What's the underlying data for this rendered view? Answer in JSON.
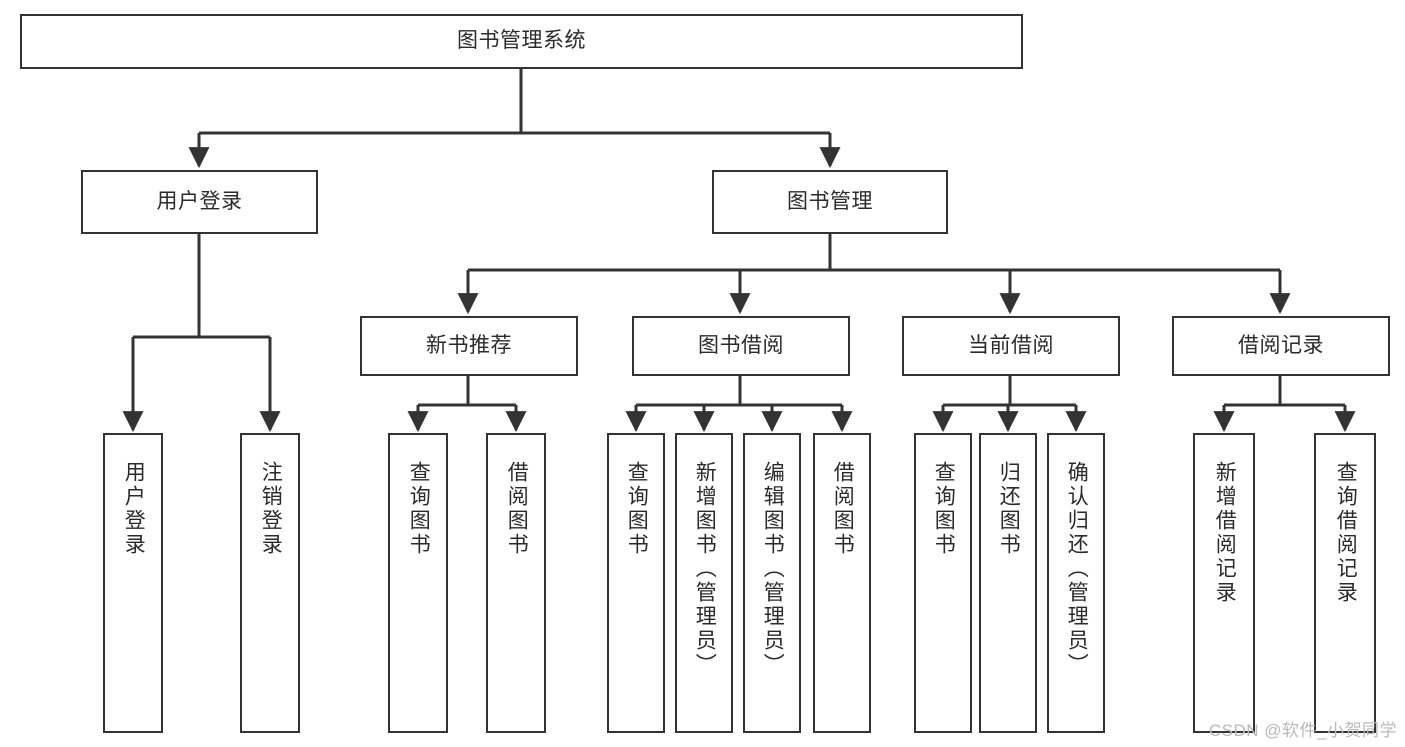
{
  "diagram": {
    "title": "图书管理系统",
    "type": "tree-hierarchy-chart",
    "colors": {
      "box_border": "#333333",
      "box_fill": "#ffffff",
      "connector": "#333333",
      "text": "#2b2b2b",
      "watermark": "#b9b9b9"
    },
    "root": {
      "label": "图书管理系统"
    },
    "level2": [
      {
        "label": "用户登录"
      },
      {
        "label": "图书管理"
      }
    ],
    "level3": [
      {
        "label": "新书推荐"
      },
      {
        "label": "图书借阅"
      },
      {
        "label": "当前借阅"
      },
      {
        "label": "借阅记录"
      }
    ],
    "leaves": {
      "user_login": [
        {
          "label": "用户登录"
        },
        {
          "label": "注销登录"
        }
      ],
      "new_book_recommend": [
        {
          "label": "查询图书"
        },
        {
          "label": "借阅图书"
        }
      ],
      "book_borrow": [
        {
          "label": "查询图书"
        },
        {
          "label": "新增图书（管理员）"
        },
        {
          "label": "编辑图书（管理员）"
        },
        {
          "label": "借阅图书"
        }
      ],
      "current_borrow": [
        {
          "label": "查询图书"
        },
        {
          "label": "归还图书"
        },
        {
          "label": "确认归还（管理员）"
        }
      ],
      "borrow_record": [
        {
          "label": "新增借阅记录"
        },
        {
          "label": "查询借阅记录"
        }
      ]
    },
    "watermark": "CSDN @软件_小贺同学"
  }
}
